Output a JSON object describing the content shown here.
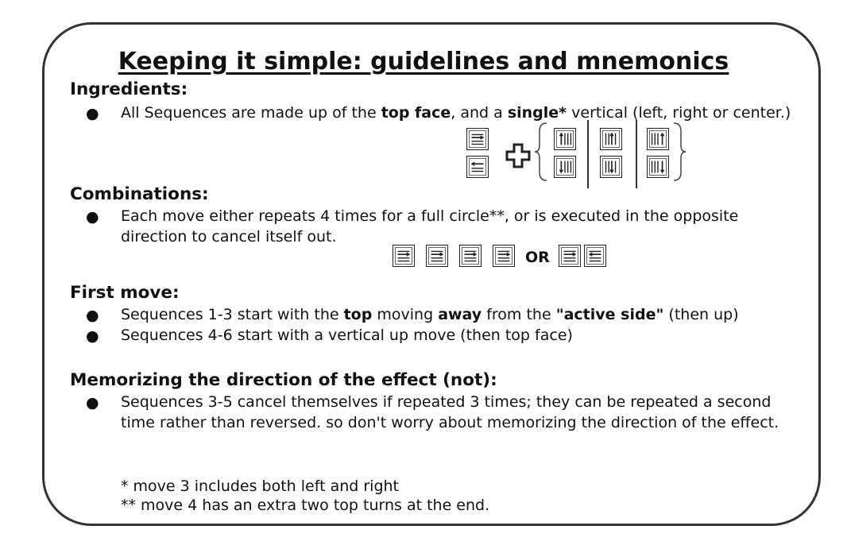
{
  "title": "Keeping it simple: guidelines and mnemonics",
  "sections": {
    "ingredients": {
      "heading": "Ingredients:",
      "bullet_pre": "All Sequences are made up of the ",
      "bullet_bold1": "top face",
      "bullet_mid": ", and a ",
      "bullet_bold2": "single*",
      "bullet_post": " vertical (left, right or center.)"
    },
    "combinations": {
      "heading": "Combinations:",
      "line1": "Each move either repeats 4 times for a full circle**, or is executed in the opposite",
      "line2": "direction to cancel itself out.",
      "or_label": "OR"
    },
    "first_move": {
      "heading": "First move:",
      "b1_pre": "Sequences 1-3 start with the ",
      "b1_bold1": "top",
      "b1_mid1": " moving ",
      "b1_bold2": "away",
      "b1_mid2": " from the ",
      "b1_bold3": "\"active side\"",
      "b1_post": " (then up)",
      "b2": "Sequences 4-6 start with a vertical up move (then top face)"
    },
    "memorizing": {
      "heading": "Memorizing the direction of the effect (not):",
      "line1": "Sequences 3-5 cancel themselves if repeated 3 times; they can be repeated a second",
      "line2": "time rather than reversed. so don't worry about memorizing the direction of the effect."
    }
  },
  "bullet_symbol": "●",
  "footnotes": {
    "note1": "* move 3 includes both left and right",
    "note2": "** move 4 has an extra two top turns at the end."
  },
  "icons": {
    "top_face": [
      "top-right-arrow-icon",
      "top-left-arrow-icon"
    ],
    "verticals": [
      "left-up-icon",
      "left-down-icon",
      "center-up-icon",
      "center-down-icon",
      "right-up-icon",
      "right-down-icon"
    ],
    "plus": "plus-icon"
  }
}
